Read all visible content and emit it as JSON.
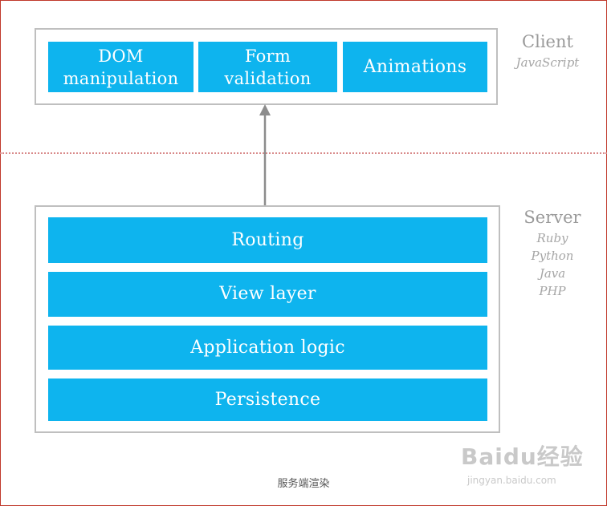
{
  "client": {
    "title": "Client",
    "subtitle": "JavaScript",
    "blocks": [
      "DOM\nmanipulation",
      "Form\nvalidation",
      "Animations"
    ]
  },
  "server": {
    "title": "Server",
    "languages": [
      "Ruby",
      "Python",
      "Java",
      "PHP"
    ],
    "layers": [
      "Routing",
      "View layer",
      "Application logic",
      "Persistence"
    ]
  },
  "caption": "服务端渲染",
  "watermark": {
    "brand": "Baidu经验",
    "url": "jingyan.baidu.com"
  },
  "colors": {
    "block": "#0eb4ee",
    "box_border": "#bfbfbf",
    "arrow": "#8c8c8c",
    "divider": "#d98a8a"
  }
}
